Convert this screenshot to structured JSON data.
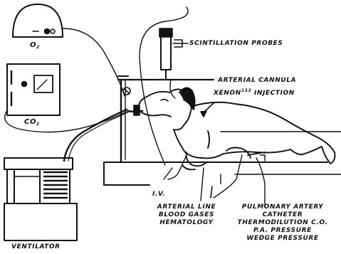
{
  "labels": {
    "o2": "O",
    "o2_sub": "2",
    "co2": "CO",
    "co2_sub": "2",
    "scintillation_probes": "SCINTILLATION PROBES",
    "arterial_cannula": "ARTERIAL CANNULA",
    "xenon_prefix": "XENON",
    "xenon_sup": "133",
    "xenon_suffix": " INJECTION",
    "iv": "I.V.",
    "arterial_line": [
      "ARTERIAL LINE",
      "BLOOD GASES",
      "HEMATOLOGY"
    ],
    "pulmonary": [
      "PULMONARY ARTERY",
      "CATHETER",
      "THERMODILUTION C.O.",
      "P.A. PRESSURE",
      "WEDGE PRESSURE"
    ],
    "ventilator": "VENTILATOR"
  },
  "colors": {
    "ink": "#111111",
    "paper": "#ffffff"
  }
}
